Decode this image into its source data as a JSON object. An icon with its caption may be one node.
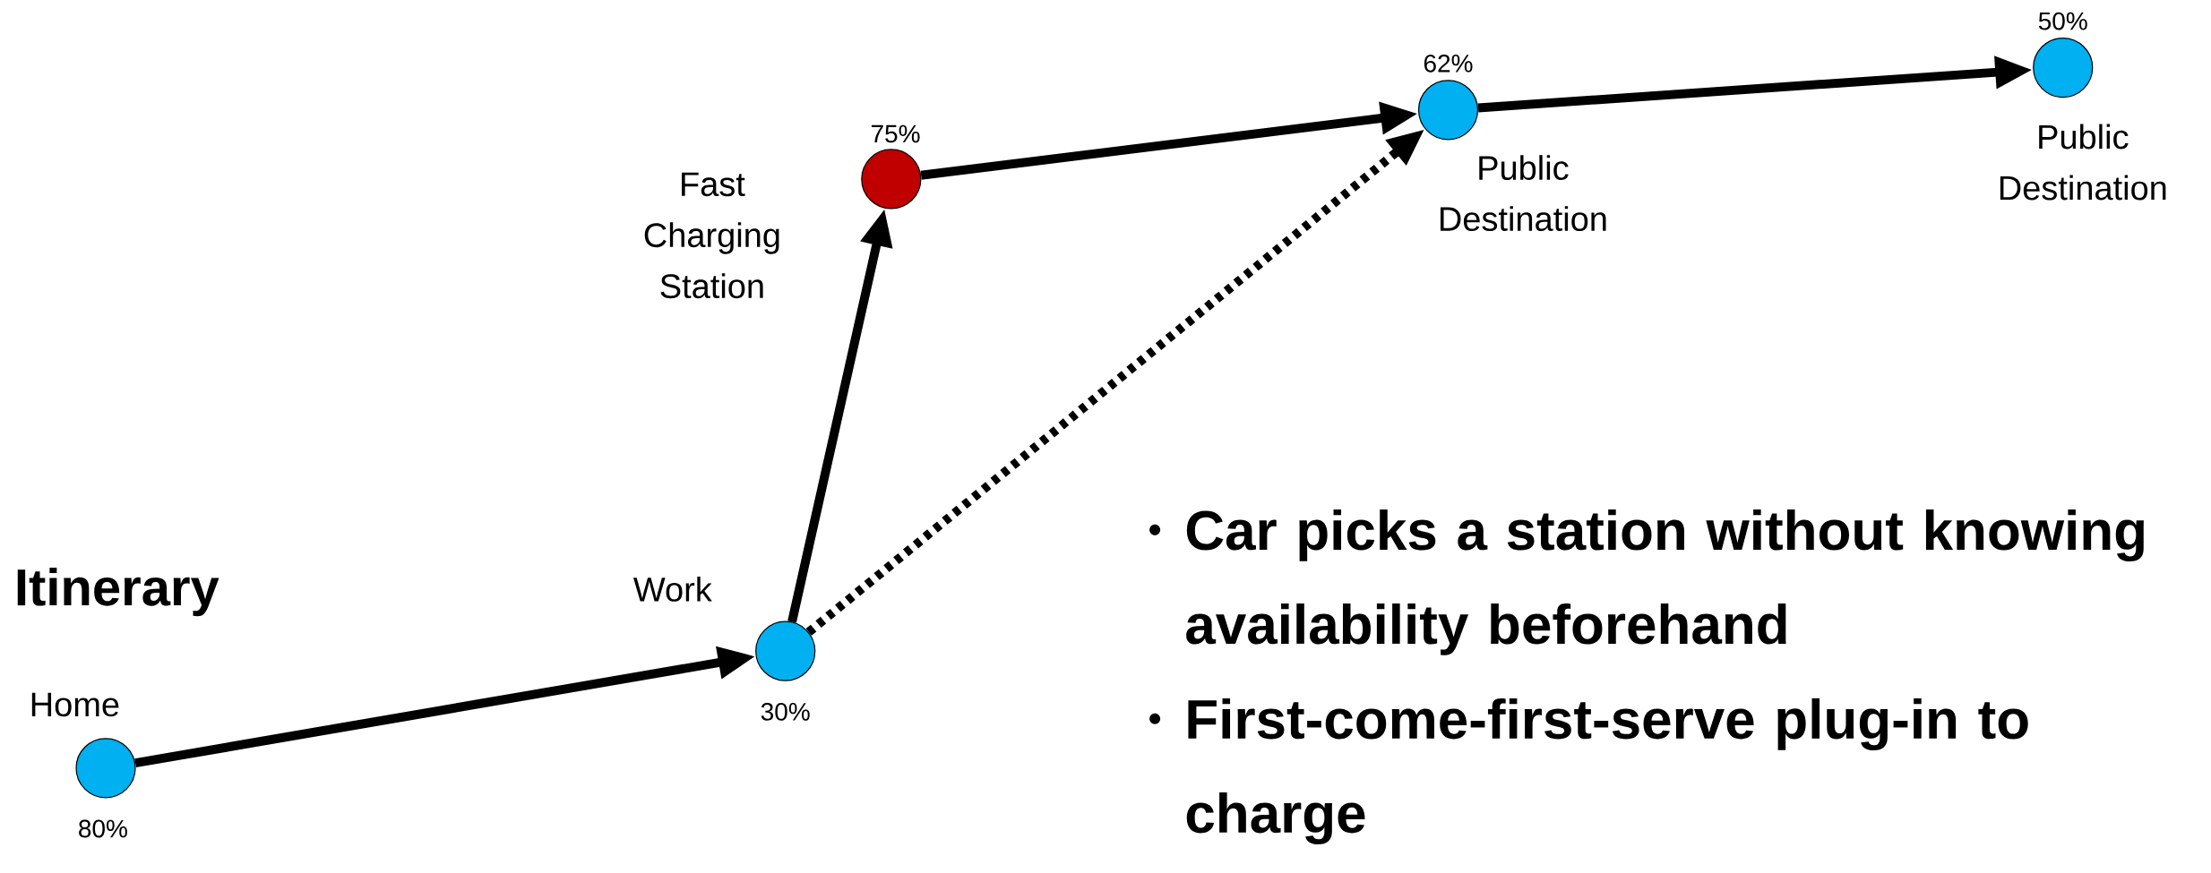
{
  "diagram": {
    "nodes": [
      {
        "text": [],
        "shape": "circle",
        "beside": [
          "Home",
          "80%"
        ]
      },
      {
        "text": [],
        "shape": "circle",
        "beside": [
          "Work",
          "30%"
        ]
      },
      {
        "text": [],
        "shape": "circle",
        "beside": [
          "Fast Charging Station",
          "75%"
        ]
      },
      {
        "text": [],
        "shape": "circle",
        "beside": [
          "62%",
          "Public Destination"
        ]
      },
      {
        "text": [],
        "shape": "circle",
        "beside": [
          "50%",
          "Public Destination"
        ]
      }
    ],
    "edges": [
      {
        "from": 0,
        "to": 1,
        "arrow": "to"
      },
      {
        "from": 1,
        "to": 2,
        "arrow": "to"
      },
      {
        "from": 2,
        "to": 3,
        "arrow": "to"
      },
      {
        "from": 3,
        "to": 4,
        "arrow": "to"
      },
      {
        "from": 1,
        "to": 3,
        "arrow": "to",
        "style": "dashed"
      }
    ],
    "labels": [
      "Itinerary",
      "Car picks a station without knowing availability beforehand",
      "First-come-first-serve plug-in to charge"
    ]
  }
}
